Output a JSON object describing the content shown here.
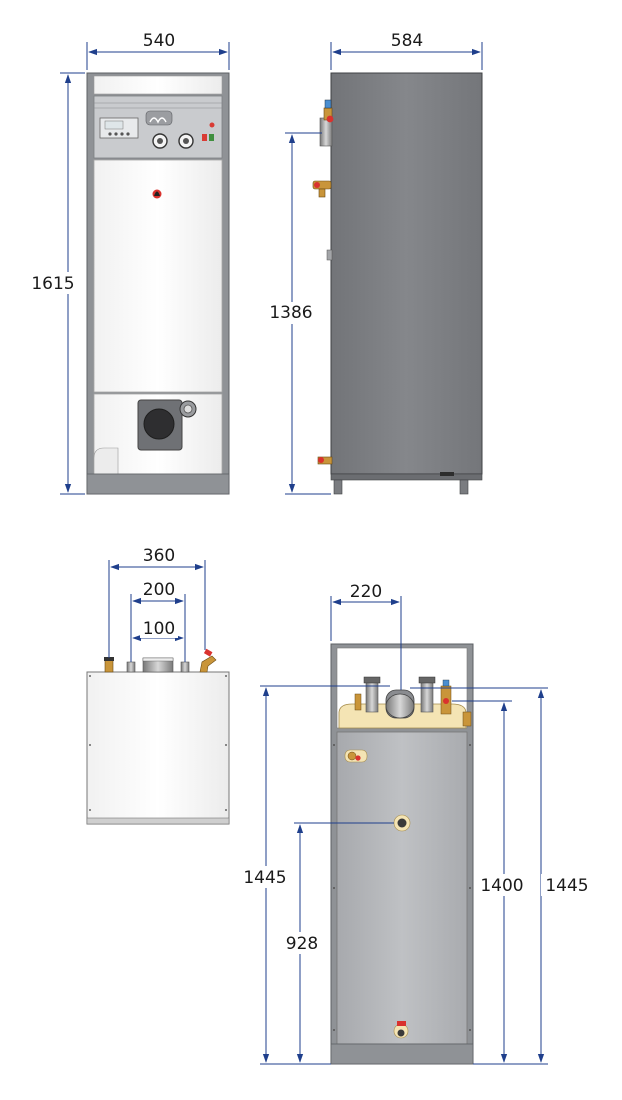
{
  "labels": {
    "front_width": "540",
    "front_height": "1615",
    "side_depth": "584",
    "side_connection_height": "1386",
    "top_width_outer": "360",
    "top_width_mid": "200",
    "top_width_inner": "100",
    "rear_offset": "220",
    "rear_height_left": "1445",
    "rear_height_lower": "928",
    "rear_height_inner": "1400",
    "rear_height_right": "1445"
  },
  "colors": {
    "dimension_line": "#1f3f8c",
    "casing_dark": "#8f9296",
    "casing_light": "#ffffff",
    "side_panel": "#7c7e82",
    "rear_panel": "#b3b5b9",
    "insulation": "#f4e4b4",
    "valve_red": "#d9322e",
    "valve_brass": "#c9953a"
  },
  "icons": [
    "brand-logo-icon",
    "thermometer-icon",
    "flame-icon",
    "flue-pipe-icon",
    "drain-valve-icon",
    "safety-valve-icon"
  ]
}
